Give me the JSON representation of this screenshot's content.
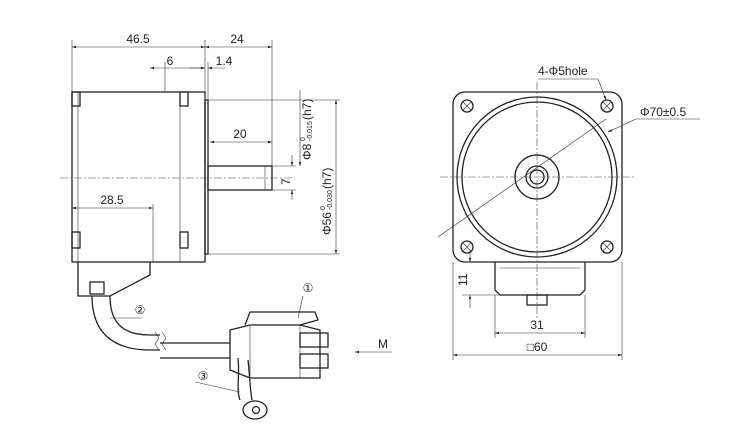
{
  "side_view": {
    "dims": {
      "body_length": "46.5",
      "shaft_length": "24",
      "flange_offset": "6",
      "pilot_depth": "1.4",
      "shaft_flat": "20",
      "lead_exit": "28.5",
      "key_height": "7",
      "shaft_dia": "Φ8",
      "shaft_tol_upper": "0",
      "shaft_tol_lower": "-0.015",
      "shaft_fit": "(h7)",
      "pilot_dia": "Φ56",
      "pilot_tol_upper": "0",
      "pilot_tol_lower": "-0.030",
      "pilot_fit": "(h7)"
    },
    "callouts": [
      "①",
      "②",
      "③"
    ],
    "view_arrow": "M"
  },
  "front_view": {
    "holes": "4-Φ5hole",
    "pcd": "Φ70±0.5",
    "gear_height": "11",
    "gear_width": "31",
    "square": "□60"
  }
}
